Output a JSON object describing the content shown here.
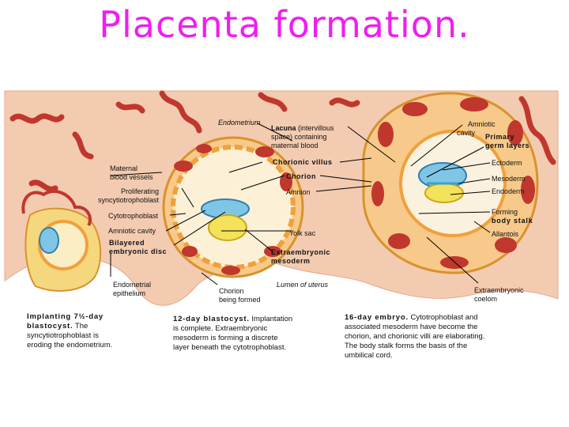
{
  "title": "Placenta formation.",
  "labels": {
    "endometrium": "Endometrium",
    "lacuna_bold": "Lacuna",
    "lacuna_rest1": " (intervillous",
    "lacuna_rest2": "space) containing",
    "lacuna_rest3": "maternal blood",
    "maternal_1": "Maternal",
    "maternal_2": "blood vessels",
    "chorionic_villus": "Chorionic villus",
    "chorion": "Chorion",
    "amnion": "Amnion",
    "proliferating_1": "Proliferating",
    "proliferating_2": "syncytiotrophoblast",
    "cytotrophoblast": "Cytotrophoblast",
    "amniotic_cavity": "Amniotic cavity",
    "bilayered_1": "Bilayered",
    "bilayered_2": "embryonic disc",
    "yolk_sac": "Yolk sac",
    "extraemb_meso_1": "Extraembryonic",
    "extraemb_meso_2": "mesoderm",
    "endometrial_1": "Endometrial",
    "endometrial_2": "epithelium",
    "chorion_formed_1": "Chorion",
    "chorion_formed_2": "being formed",
    "lumen": "Lumen of uterus",
    "amniotic_cavity2_1": "Amniotic",
    "amniotic_cavity2_2": "cavity",
    "primary_1": "Primary",
    "primary_2": "germ layers",
    "ectoderm": "Ectoderm",
    "mesoderm": "Mesoderm",
    "endoderm": "Endoderm",
    "forming_1": "Forming",
    "forming_2": "body stalk",
    "allantois": "Allantois",
    "extraemb_coelom_1": "Extraembryonic",
    "extraemb_coelom_2": "coelom"
  },
  "captions": {
    "c1_bold_a": "Implanting 7",
    "c1_bold_b": "½",
    "c1_bold_c": "-day",
    "c1_bold_d": "blastocyst.",
    "c1_rest_a": " The",
    "c1_rest_b": "syncytiotrophoblast is",
    "c1_rest_c": "eroding the endometrium.",
    "c2_bold": "12-day blastocyst.",
    "c2_rest_a": " Implantation",
    "c2_rest_b": "is complete. Extraembryonic",
    "c2_rest_c": "mesoderm is forming a discrete",
    "c2_rest_d": "layer beneath the cytotrophoblast.",
    "c3_bold": "16-day embryo.",
    "c3_rest_a": " Cytotrophoblast and",
    "c3_rest_b": "associated mesoderm have become the",
    "c3_rest_c": "chorion, and chorionic villi are elaborating.",
    "c3_rest_d": "The body stalk forms the basis of the",
    "c3_rest_e": "umbilical cord."
  },
  "colors": {
    "title": "#ee1ff0",
    "endometrium": "#f2c7a8",
    "vessel": "#c0372e",
    "trophoblast": "#f0a03c",
    "amnion": "#7fc6e6",
    "yolk": "#f4e25a"
  }
}
